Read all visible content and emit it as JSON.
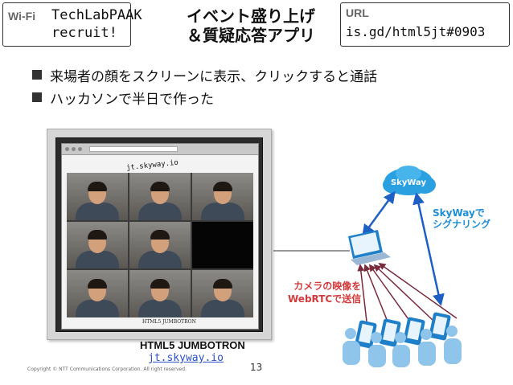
{
  "wifi": {
    "label": "Wi-Fi",
    "ssid_line1": "TechLabPAAK",
    "ssid_line2": "recruit!"
  },
  "title": {
    "line1": "イベント盛り上げ",
    "line2": "＆質疑応答アプリ"
  },
  "url": {
    "label": "URL",
    "value": "is.gd/html5jt#0903"
  },
  "bullets": [
    {
      "text": "来場者の顔をスクリーンに表示、クリックすると通話"
    },
    {
      "text": "ハッカソンで半日で作った"
    }
  ],
  "figure": {
    "screen_title": "HTML5 JUMBOTRON",
    "screen_link": "jt.skyway.io",
    "screen_overlay_text": "jt.skyway.io",
    "screen_bottom_text": "HTML5 JUMBOTRON"
  },
  "diagram": {
    "cloud_label": "SkyWay",
    "skyway_tag_line1": "SkyWayで",
    "skyway_tag_line2": "シグナリング",
    "camera_tag_line1": "カメラの映像を",
    "camera_tag_line2": "WebRTCで送信",
    "colors": {
      "cloud": "#2aa0e0",
      "signal_arrow": "#1e5fc4",
      "video_arrow": "#7a2a3a",
      "device": "#1f7fc8"
    }
  },
  "footer": {
    "copyright": "Copyright © NTT Communications Corporation. All right reserved.",
    "page_number": "13"
  }
}
